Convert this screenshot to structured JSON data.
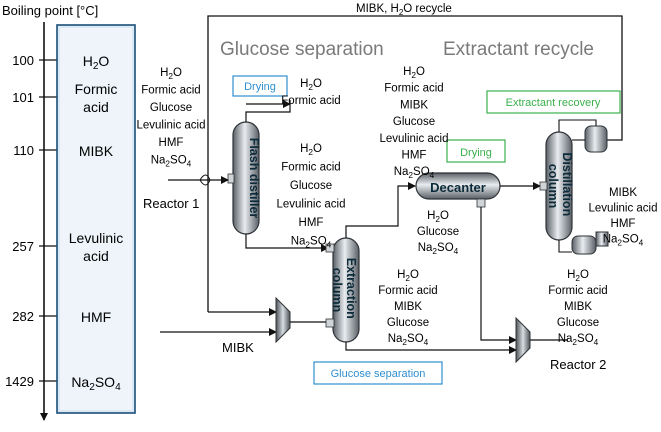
{
  "axis": {
    "title": "Boiling point [°C]",
    "ticks": [
      "100",
      "101",
      "110",
      "257",
      "282",
      "1429"
    ]
  },
  "bp_labels": [
    {
      "text": "H",
      "sub": "2",
      "tail": "O"
    },
    {
      "text": "Formic",
      "sub": "",
      "tail": ""
    },
    {
      "text": "acid",
      "sub": "",
      "tail": ""
    },
    {
      "text": "MIBK",
      "sub": "",
      "tail": ""
    },
    {
      "text": "Levulinic",
      "sub": "",
      "tail": ""
    },
    {
      "text": "acid",
      "sub": "",
      "tail": ""
    },
    {
      "text": "HMF",
      "sub": "",
      "tail": ""
    },
    {
      "text": "Na",
      "sub": "2",
      "tail": "SO",
      "sub2": "4"
    }
  ],
  "headers": {
    "left": "Glucose separation",
    "right": "Extractant recycle"
  },
  "recycle": {
    "pre": "MIBK, H",
    "sub": "2",
    "post": "O recycle"
  },
  "tags": {
    "drying1": "Drying",
    "drying2": "Drying",
    "extractant_recovery": "Extractant recovery",
    "glucose_separation": "Glucose separation"
  },
  "colors": {
    "blue": "#2f8fd0",
    "green": "#3ab04b",
    "teal_fill": "#c9ecec",
    "frame_border": "#1a4f7a"
  },
  "units": {
    "flash": "Flash distiller",
    "extraction": [
      "Extraction",
      "column"
    ],
    "decanter": "Decanter",
    "distillation": [
      "Distillation",
      "column"
    ]
  },
  "feeds": {
    "reactor1": "Reactor 1",
    "reactor2": "Reactor 2",
    "mibk": "MIBK"
  },
  "streams": {
    "feed_top": [
      {
        "text": "H",
        "sub": "2",
        "post": "O"
      },
      {
        "text": "Formic acid"
      },
      {
        "text": "Glucose"
      },
      {
        "text": "Levulinic acid"
      },
      {
        "text": "HMF"
      },
      {
        "text": "Na",
        "sub": "2",
        "post": "SO",
        "sub2": "4"
      }
    ],
    "flash_vapor": [
      {
        "text": "H",
        "sub": "2",
        "post": "O"
      },
      {
        "text": "Formic acid"
      }
    ],
    "flash_liquid": [
      {
        "text": "H",
        "sub": "2",
        "post": "O"
      },
      {
        "text": "Formic acid"
      },
      {
        "text": "Glucose"
      },
      {
        "text": "Levulinic acid"
      },
      {
        "text": "HMF"
      },
      {
        "text": "Na",
        "sub": "2",
        "post": "SO",
        "sub2": "4"
      }
    ],
    "extract_top": [
      {
        "text": "H",
        "sub": "2",
        "post": "O"
      },
      {
        "text": "Formic acid"
      },
      {
        "text": "MIBK"
      },
      {
        "text": "Glucose"
      },
      {
        "text": "Levulinic acid"
      },
      {
        "text": "HMF"
      },
      {
        "text": "Na",
        "sub": "2",
        "post": "SO",
        "sub2": "4"
      }
    ],
    "decanter_bottom": [
      {
        "text": "H",
        "sub": "2",
        "post": "O"
      },
      {
        "text": "Glucose"
      },
      {
        "text": "Na",
        "sub": "2",
        "post": "SO",
        "sub2": "4"
      }
    ],
    "raffinate": [
      {
        "text": "H",
        "sub": "2",
        "post": "O"
      },
      {
        "text": "Formic acid"
      },
      {
        "text": "MIBK"
      },
      {
        "text": "Glucose"
      },
      {
        "text": "Na",
        "sub": "2",
        "post": "SO",
        "sub2": "4"
      }
    ],
    "distillation_side": [
      {
        "text": "MIBK"
      },
      {
        "text": "Levulinic acid"
      },
      {
        "text": "HMF"
      },
      {
        "text": "Na",
        "sub": "2",
        "post": "SO",
        "sub2": "4"
      }
    ],
    "reactor2_feed": [
      {
        "text": "H",
        "sub": "2",
        "post": "O"
      },
      {
        "text": "Formic acid"
      },
      {
        "text": "MIBK"
      },
      {
        "text": "Glucose"
      },
      {
        "text": "Na",
        "sub": "2",
        "post": "SO",
        "sub2": "4"
      }
    ]
  }
}
